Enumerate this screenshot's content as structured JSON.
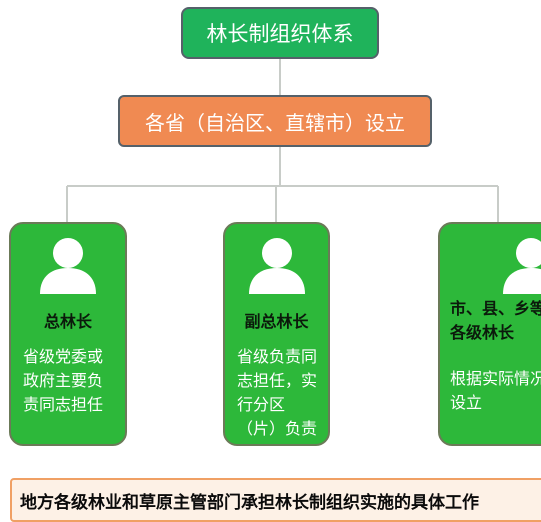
{
  "root": {
    "label": "林长制组织体系"
  },
  "province": {
    "label": "各省（自治区、直辖市）设立"
  },
  "cards": [
    {
      "title": "总林长",
      "desc": "省级党委或政府主要负责同志担任"
    },
    {
      "title": "副总林长",
      "desc": "省级负责同志担任，实行分区（片）负责"
    },
    {
      "title": "市、县、乡等各级林长",
      "desc": "根据实际情况设立"
    }
  ],
  "footer": {
    "label": "地方各级林业和草原主管部门承担林长制组织实施的具体工作"
  },
  "colors": {
    "root_fill": "#1fb35b",
    "province_fill": "#f08a52",
    "card_fill": "#2db83a",
    "footer_fill": "#fdf1e6",
    "footer_border": "#f0a064",
    "connector": "#c8ccc8"
  }
}
